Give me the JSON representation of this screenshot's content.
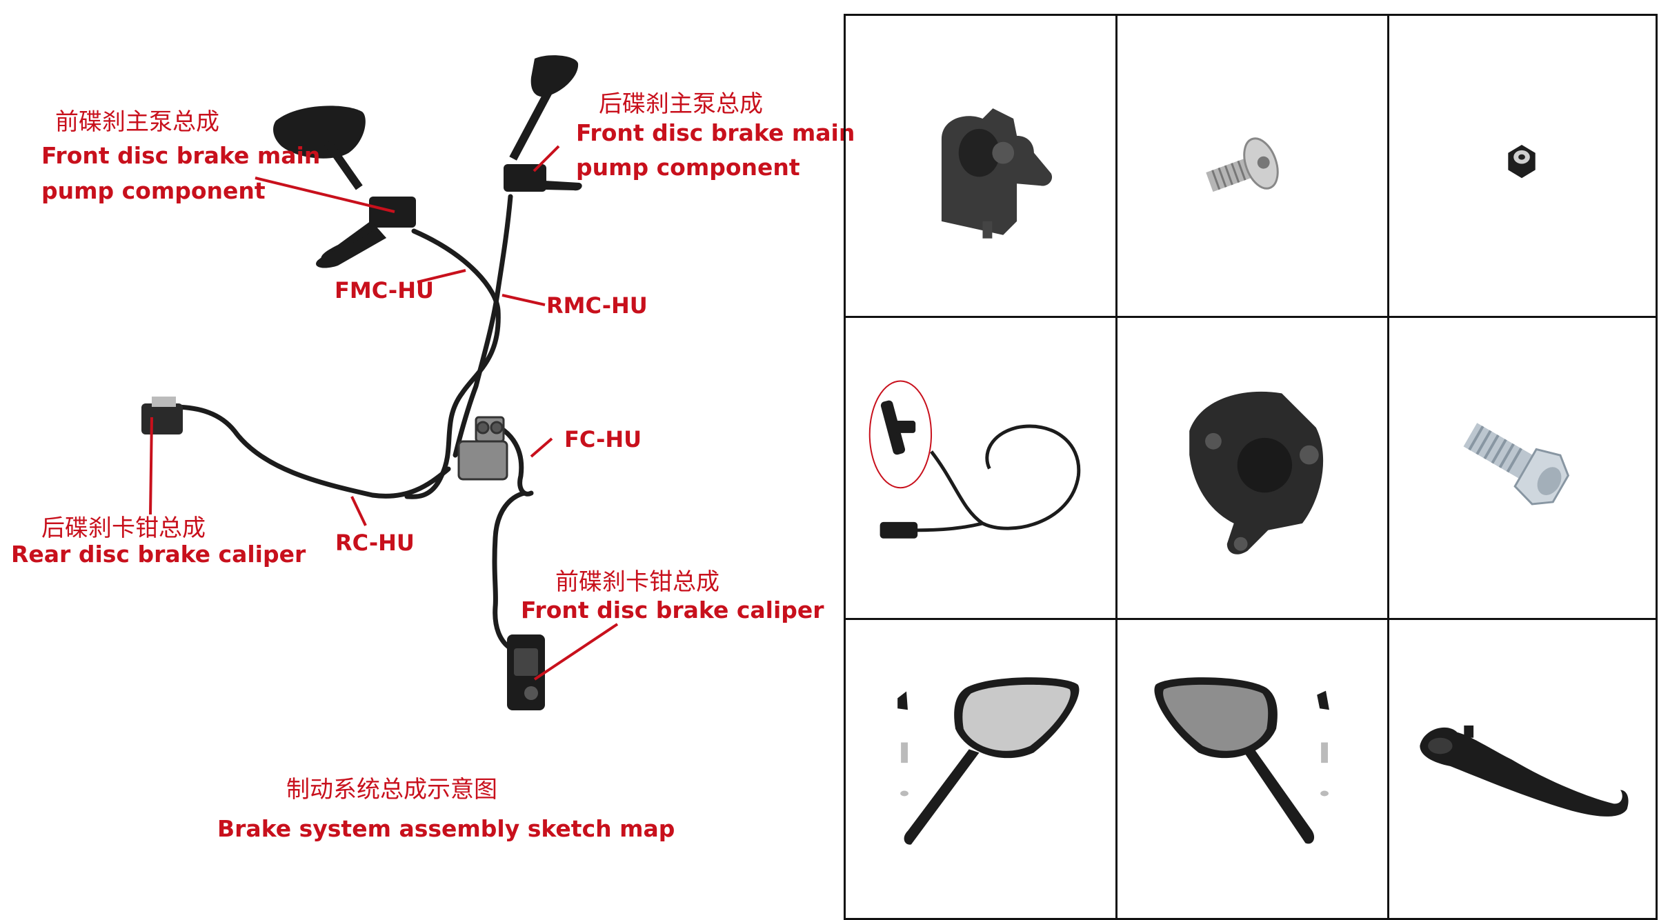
{
  "labels": {
    "front_pump_zh": "前碟刹主泵总成",
    "front_pump_en1": "Front disc brake main",
    "front_pump_en2": "pump component",
    "rear_pump_zh": "后碟刹主泵总成",
    "rear_pump_en1": "Front disc brake main",
    "rear_pump_en2": "pump component",
    "fmc_hu": "FMC-HU",
    "rmc_hu": "RMC-HU",
    "fc_hu": "FC-HU",
    "rc_hu": "RC-HU",
    "rear_caliper_zh": "后碟刹卡钳总成",
    "rear_caliper_en": "Rear disc brake caliper",
    "front_caliper_zh": "前碟刹卡钳总成",
    "front_caliper_en": "Front disc brake caliper",
    "caption_zh": "制动系统总成示意图",
    "caption_en": "Brake system assembly sketch map"
  },
  "colors": {
    "label": "#c8101c",
    "part": "#1c1c1c",
    "grid_line": "#111111"
  },
  "parts_grid": [
    {
      "icon": "bracket-clamp-icon"
    },
    {
      "icon": "torx-screw-icon"
    },
    {
      "icon": "lock-nut-icon"
    },
    {
      "icon": "wheel-speed-sensor-icon"
    },
    {
      "icon": "brake-caliper-icon"
    },
    {
      "icon": "flange-bolt-icon"
    },
    {
      "icon": "left-mirror-icon"
    },
    {
      "icon": "right-mirror-icon"
    },
    {
      "icon": "brake-lever-icon"
    }
  ]
}
